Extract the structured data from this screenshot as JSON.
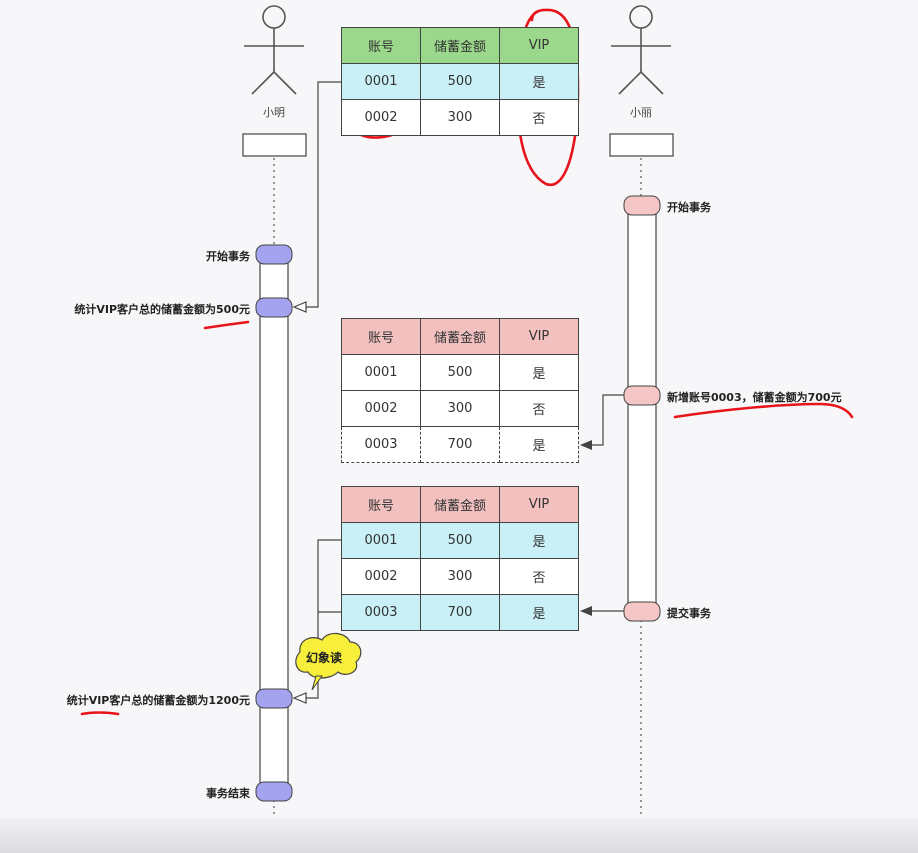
{
  "actors": {
    "left": "小明",
    "right": "小丽"
  },
  "columns": [
    "账号",
    "储蓄金额",
    "VIP"
  ],
  "table1": [
    [
      "0001",
      "500",
      "是"
    ],
    [
      "0002",
      "300",
      "否"
    ]
  ],
  "table2": [
    [
      "0001",
      "500",
      "是"
    ],
    [
      "0002",
      "300",
      "否"
    ],
    [
      "0003",
      "700",
      "是"
    ]
  ],
  "table3": [
    [
      "0001",
      "500",
      "是"
    ],
    [
      "0002",
      "300",
      "否"
    ],
    [
      "0003",
      "700",
      "是"
    ]
  ],
  "left_events": {
    "start": "开始事务",
    "query1": "统计VIP客户总的储蓄金额为500元",
    "query2": "统计VIP客户总的储蓄金额为1200元",
    "end": "事务结束"
  },
  "right_events": {
    "start": "开始事务",
    "insert": "新增账号0003，储蓄金额为700元",
    "commit": "提交事务"
  },
  "callout": "幻象读",
  "colors": {
    "lifeline_left": "#a3a3f0",
    "lifeline_right": "#f4c6c6",
    "annotation": "#e8141c",
    "callout": "#f7ef3a"
  }
}
